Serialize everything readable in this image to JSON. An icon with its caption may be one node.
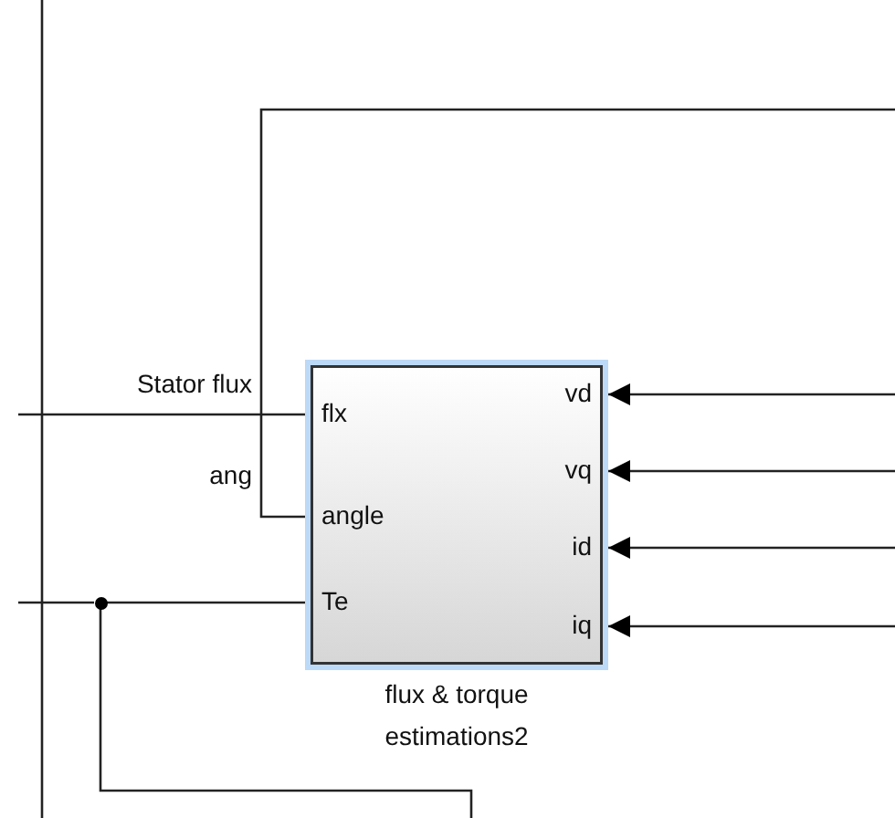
{
  "diagram": {
    "nodes": [
      {
        "text": [
          "flx",
          "angle",
          "Te",
          "vd",
          "vq",
          "id",
          "iq"
        ],
        "beside": [
          "flux & torque estimations2"
        ]
      },
      {
        "text": [],
        "shape": "circle"
      }
    ],
    "edges": [
      {
        "from": null,
        "to": 0,
        "arrow": "none",
        "label": "Stator flux"
      },
      {
        "from": null,
        "to": 0,
        "arrow": "none",
        "label": "ang"
      },
      {
        "from": null,
        "to": 1,
        "arrow": "none"
      },
      {
        "from": 1,
        "to": 0,
        "arrow": "none"
      },
      {
        "from": 1,
        "to": null,
        "arrow": "none"
      },
      {
        "from": null,
        "to": 0,
        "arrow": "to"
      },
      {
        "from": null,
        "to": 0,
        "arrow": "to"
      },
      {
        "from": null,
        "to": 0,
        "arrow": "to"
      },
      {
        "from": null,
        "to": 0,
        "arrow": "to"
      }
    ]
  }
}
